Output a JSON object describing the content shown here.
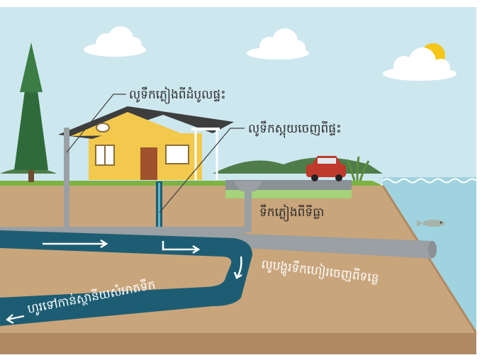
{
  "labels": {
    "roof_downspout": "លូទឹកភ្លៀងពីដំបូលផ្ទះ",
    "house_sewer": "លូទឹកស្អុយចេញពីផ្ទះ",
    "street_drain": "ទឹកភ្លៀងពីទីធ្លា",
    "outfall": "លូបង្ហូរទឹកហៀរចេញពីទន្លេ",
    "to_treatment": "ហូរទៅកាន់ស្ថានីយសំអាតទឹក"
  },
  "icons": [
    "cloud-icon",
    "sun-icon",
    "tree-icon",
    "house-icon",
    "car-icon",
    "fish-icon",
    "arrow-icon"
  ],
  "colors": {
    "sky": "#cde7ef",
    "grass": "#7cb342",
    "soil": "#c9a57b",
    "soil_dark": "#b08962",
    "water": "#9fd3df",
    "pipe_gray": "#9aa0a3",
    "sewer_teal": "#1d5d73",
    "house_wall": "#f2c94c",
    "roof": "#3d3d3d",
    "car": "#c0392b",
    "sun": "#f5c518"
  }
}
